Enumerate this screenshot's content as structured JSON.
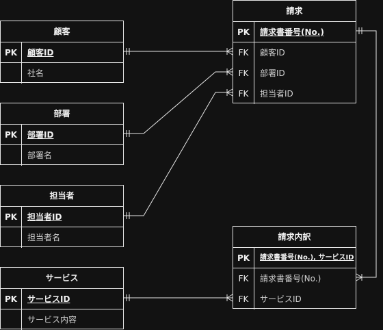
{
  "entities": {
    "customer": {
      "title": "顧客",
      "pk_label": "PK",
      "pk_field": "顧客ID",
      "attrs": [
        {
          "key": "",
          "name": "社名"
        }
      ]
    },
    "department": {
      "title": "部署",
      "pk_label": "PK",
      "pk_field": "部署ID",
      "attrs": [
        {
          "key": "",
          "name": "部署名"
        }
      ]
    },
    "person": {
      "title": "担当者",
      "pk_label": "PK",
      "pk_field": "担当者ID",
      "attrs": [
        {
          "key": "",
          "name": "担当者名"
        }
      ]
    },
    "service": {
      "title": "サービス",
      "pk_label": "PK",
      "pk_field": "サービスID",
      "attrs": [
        {
          "key": "",
          "name": "サービス内容"
        }
      ]
    },
    "invoice": {
      "title": "請求",
      "pk_label": "PK",
      "pk_field": "請求書番号(No.)",
      "attrs": [
        {
          "key": "FK",
          "name": "顧客ID"
        },
        {
          "key": "FK",
          "name": "部署ID"
        },
        {
          "key": "FK",
          "name": "担当者ID"
        }
      ]
    },
    "invoice_detail": {
      "title": "請求内訳",
      "pk_label": "PK",
      "pk_field": "請求書番号(No.), サービスID",
      "attrs": [
        {
          "key": "FK",
          "name": "請求書番号(No.)"
        },
        {
          "key": "FK",
          "name": "サービスID"
        }
      ]
    }
  },
  "colors": {
    "background": "#121212",
    "stroke": "#e6e6e6",
    "text": "#f0f0f0"
  }
}
